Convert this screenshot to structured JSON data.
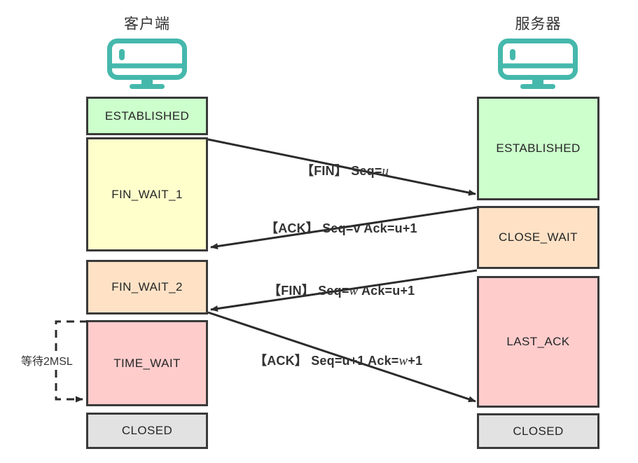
{
  "diagram": {
    "title_client": "客户端",
    "title_server": "服务器",
    "icon_client": "monitor-icon",
    "icon_server": "monitor-icon"
  },
  "colors": {
    "established": "#ccffcc",
    "fin_wait_1": "#ffffcc",
    "fin_wait_2": "#ffe2c6",
    "close_wait": "#ffe2c6",
    "time_wait": "#ffcccc",
    "last_ack": "#ffcccc",
    "closed": "#e2e2e2",
    "border": "#3a3a3a",
    "icon": "#45b8ac",
    "text": "#333333"
  },
  "client": {
    "states": [
      {
        "label": "ESTABLISHED"
      },
      {
        "label": "FIN_WAIT_1"
      },
      {
        "label": "FIN_WAIT_2"
      },
      {
        "label": "TIME_WAIT"
      },
      {
        "label": "CLOSED"
      }
    ]
  },
  "server": {
    "states": [
      {
        "label": "ESTABLISHED"
      },
      {
        "label": "CLOSE_WAIT"
      },
      {
        "label": "LAST_ACK"
      },
      {
        "label": "CLOSED"
      }
    ]
  },
  "messages": [
    {
      "flag": "【FIN】",
      "body_pre": " Seq=",
      "var": "u",
      "body_post": "",
      "direction": "client-to-server"
    },
    {
      "flag": "【ACK】",
      "body_pre": " Seq=v Ack=",
      "var": "u",
      "body_post": "+1",
      "direction": "server-to-client"
    },
    {
      "flag": "【FIN】",
      "body_pre": " Seq=",
      "var": "w",
      "body_post": " Ack=u+1",
      "direction": "server-to-client"
    },
    {
      "flag": "【ACK】",
      "body_pre": " Seq=u+1 Ack=",
      "var": "w",
      "body_post": "+1",
      "direction": "client-to-server"
    }
  ],
  "annotation": {
    "msl_label": "等待2MSL"
  }
}
